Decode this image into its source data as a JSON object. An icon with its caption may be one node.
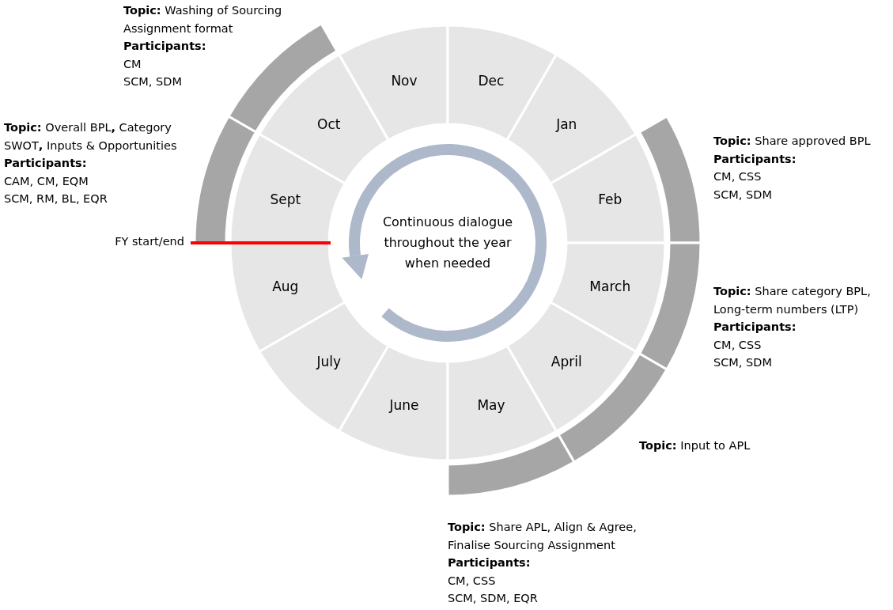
{
  "diagram": {
    "nodes": [
      {
        "text": [],
        "shape": "bar",
        "beside": [
          "**Topic:** Washing of Sourcing Assignment format",
          "Participants:",
          "CM",
          "SCM, SDM"
        ]
      },
      {
        "text": [
          "Nov"
        ]
      },
      {
        "text": [
          "Dec"
        ]
      },
      {
        "text": [
          "Oct"
        ]
      },
      {
        "text": [
          "Jan"
        ]
      },
      {
        "text": [],
        "shape": "bar",
        "beside": [
          "**Topic:** Overall BPL**,** Category SWOT**,** Inputs & Opportunities",
          "Participants:",
          "CAM, CM, EQM",
          "SCM, RM, BL, EQR"
        ]
      },
      {
        "text": [],
        "shape": "bar",
        "beside": [
          "**Topic:** Share approved BPL",
          "Participants:",
          "CM, CSS",
          "SCM, SDM"
        ]
      },
      {
        "text": [
          "Sept"
        ]
      },
      {
        "text": [
          "Feb"
        ]
      },
      {
        "text": [
          "FY start/end"
        ]
      },
      {
        "text": [
          "Continuous dialogue throughout the year when needed"
        ]
      },
      {
        "text": [
          "Aug"
        ]
      },
      {
        "text": [
          "March"
        ]
      },
      {
        "text": [],
        "shape": "bar",
        "beside": [
          "**Topic:** Share category BPL, Long-term numbers (LTP)",
          "Participants:",
          "CM, CSS",
          "SCM, SDM"
        ]
      },
      {
        "text": [
          "July"
        ]
      },
      {
        "text": [
          "April"
        ]
      },
      {
        "text": [
          "June"
        ]
      },
      {
        "text": [
          "May"
        ]
      },
      {
        "text": [],
        "shape": "bar",
        "beside": [
          "**Topic:** Input to APL"
        ]
      },
      {
        "text": [],
        "shape": "bar",
        "beside": [
          "**Topic:** Share APL, Align & Agree, Finalise Sourcing Assignment",
          "Participants:",
          "CM, CSS",
          "SCM, SDM, EQR"
        ]
      }
    ],
    "edges": [
      {
        "from": 9,
        "to": 10,
        "arrow": "none",
        "color": "#ff0000"
      }
    ]
  }
}
